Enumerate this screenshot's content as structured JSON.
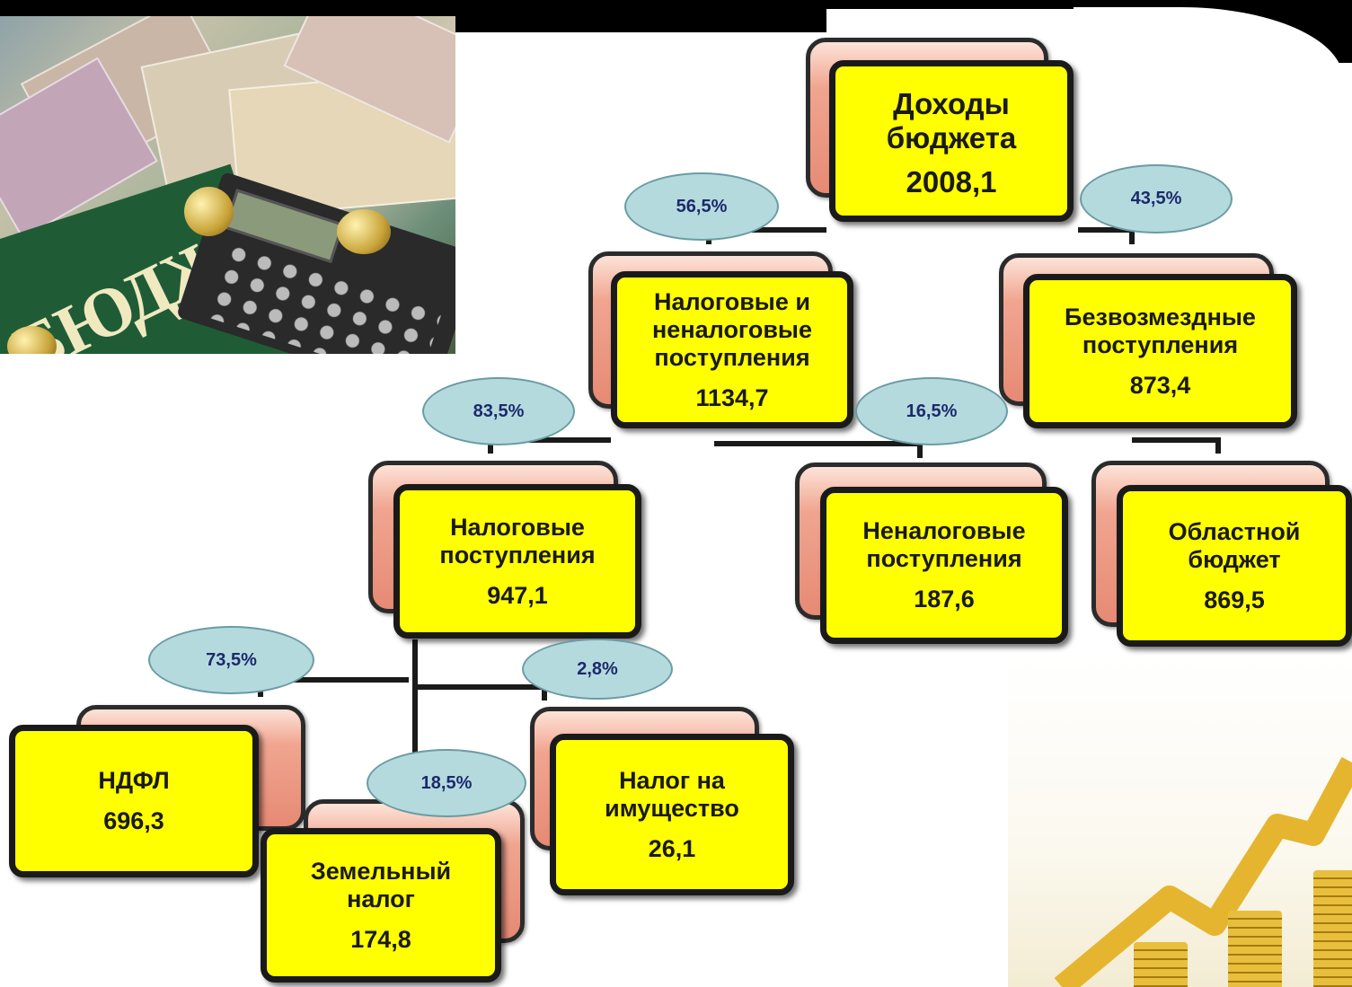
{
  "diagram": {
    "root": {
      "title": "Доходы бюджета",
      "value": "2008,1"
    },
    "tax_nontax": {
      "title": "Налоговые и неналоговые поступления",
      "value": "1134,7"
    },
    "gratuitous": {
      "title": "Безвозмездные поступления",
      "value": "873,4"
    },
    "tax": {
      "title": "Налоговые поступления",
      "value": "947,1"
    },
    "nontax": {
      "title": "Неналоговые поступления",
      "value": "187,6"
    },
    "regional": {
      "title": "Областной бюджет",
      "value": "869,5"
    },
    "ndfl": {
      "title": "НДФЛ",
      "value": "696,3"
    },
    "land": {
      "title": "Земельный налог",
      "value": "174,8"
    },
    "property": {
      "title": "Налог на имущество",
      "value": "26,1"
    }
  },
  "percentages": {
    "tax_nontax": "56,5%",
    "gratuitous": "43,5%",
    "tax": "83,5%",
    "nontax": "16,5%",
    "ndfl": "73,5%",
    "property": "2,8%",
    "land": "18,5%"
  },
  "images": {
    "photo_caption": "БЮДЖЕТ"
  },
  "colors": {
    "box_fill": "#ffff00",
    "box_back": "#f0a590",
    "bubble_fill": "#b5dade",
    "bubble_text": "#1b2a6b"
  }
}
